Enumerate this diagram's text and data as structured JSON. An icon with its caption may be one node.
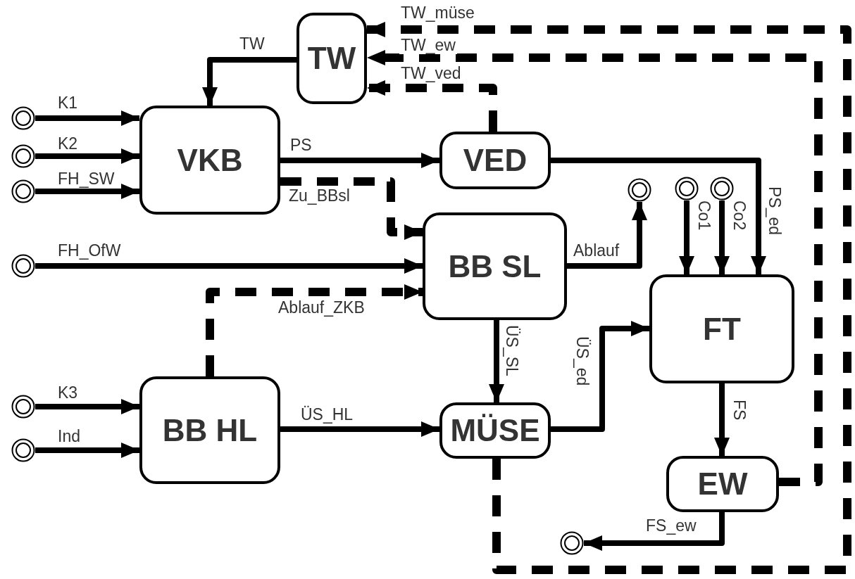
{
  "diagram": {
    "nodes": [
      {
        "text": [
          "TW"
        ]
      },
      {
        "text": [],
        "shape": "circle"
      },
      {
        "text": [],
        "shape": "circle"
      },
      {
        "text": [],
        "shape": "circle"
      },
      {
        "text": [
          "VKB"
        ]
      },
      {
        "text": [
          "VED"
        ]
      },
      {
        "text": [],
        "shape": "circle"
      },
      {
        "text": [],
        "shape": "circle"
      },
      {
        "text": [],
        "shape": "circle"
      },
      {
        "text": [],
        "shape": "circle"
      },
      {
        "text": [
          "BB SL"
        ]
      },
      {
        "text": [
          "FT"
        ]
      },
      {
        "text": [],
        "shape": "circle"
      },
      {
        "text": [],
        "shape": "circle"
      },
      {
        "text": [
          "BB HL"
        ]
      },
      {
        "text": [
          "MÜSE"
        ]
      },
      {
        "text": [
          "EW"
        ]
      },
      {
        "text": [],
        "shape": "circle"
      }
    ],
    "edges": [
      {
        "from": 0,
        "to": 4,
        "arrow": "to",
        "label": "TW"
      },
      {
        "from": 1,
        "to": 4,
        "arrow": "to",
        "label": "K1"
      },
      {
        "from": 2,
        "to": 4,
        "arrow": "to",
        "label": "K2"
      },
      {
        "from": 3,
        "to": 4,
        "arrow": "to",
        "label": "FH_SW"
      },
      {
        "from": 4,
        "to": 5,
        "arrow": "to",
        "label": "PS"
      },
      {
        "from": 4,
        "to": 10,
        "arrow": "to",
        "label": "Zu_BBsl",
        "style": "dashed"
      },
      {
        "from": 9,
        "to": 10,
        "arrow": "to",
        "label": "FH_OfW"
      },
      {
        "from": 10,
        "to": 6,
        "arrow": "to",
        "label": "Ablauf"
      },
      {
        "from": 7,
        "to": 11,
        "arrow": "to",
        "label": "Co1"
      },
      {
        "from": 8,
        "to": 11,
        "arrow": "to",
        "label": "Co2"
      },
      {
        "from": 5,
        "to": 11,
        "arrow": "to",
        "label": "PS_ed"
      },
      {
        "from": 14,
        "to": 10,
        "arrow": "to",
        "label": "Ablauf_ZKB",
        "style": "dashed"
      },
      {
        "from": 10,
        "to": 15,
        "arrow": "to",
        "label": "ÜS_SL"
      },
      {
        "from": 12,
        "to": 14,
        "arrow": "to",
        "label": "K3"
      },
      {
        "from": 13,
        "to": 14,
        "arrow": "to",
        "label": "Ind"
      },
      {
        "from": 14,
        "to": 15,
        "arrow": "to",
        "label": "ÜS_HL"
      },
      {
        "from": 15,
        "to": 11,
        "arrow": "to",
        "label": "ÜS_ed"
      },
      {
        "from": 11,
        "to": 16,
        "arrow": "to",
        "label": "FS"
      },
      {
        "from": 16,
        "to": 17,
        "arrow": "to",
        "label": "FS_ew"
      },
      {
        "from": 15,
        "to": 0,
        "arrow": "to",
        "label": "TW_müse",
        "style": "dashed"
      },
      {
        "from": 16,
        "to": 0,
        "arrow": "to",
        "label": "TW_ew",
        "style": "dashed"
      },
      {
        "from": 5,
        "to": 0,
        "arrow": "to",
        "label": "TW_ved",
        "style": "dashed"
      }
    ]
  }
}
